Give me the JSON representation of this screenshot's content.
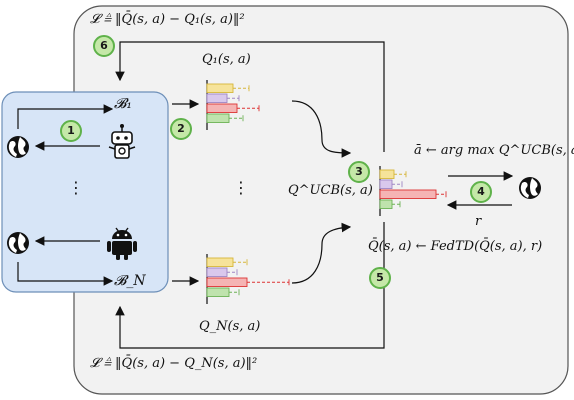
{
  "loss_top": "𝓛 ≜ ‖Q̄(s, a) − Q₁(s, a)‖²",
  "loss_bottom": "𝓛 ≜ ‖Q̄(s, a) − Q_N(s, a)‖²",
  "buffer_1": "𝓑₁",
  "buffer_N": "𝓑_N",
  "q1_label": "Q₁(s, a)",
  "qN_label": "Q_N(s, a)",
  "qucb_label": "Q^UCB(s, a)",
  "action_rule": "ā ← arg max Q^UCB(s, a)",
  "reward": "r",
  "fedtd_rule": "Q̄(s, a) ← FedTD(Q̄(s, a), r)",
  "steps": [
    "1",
    "2",
    "3",
    "4",
    "5",
    "6"
  ],
  "ellipsis": "⋮",
  "colors": {
    "yellow": "#f6e39a",
    "purple": "#d9c8ec",
    "red": "#f5b4b4",
    "green": "#bfe3ad",
    "panel": "#f2f2f2",
    "client_box": "#d7e5f7"
  }
}
